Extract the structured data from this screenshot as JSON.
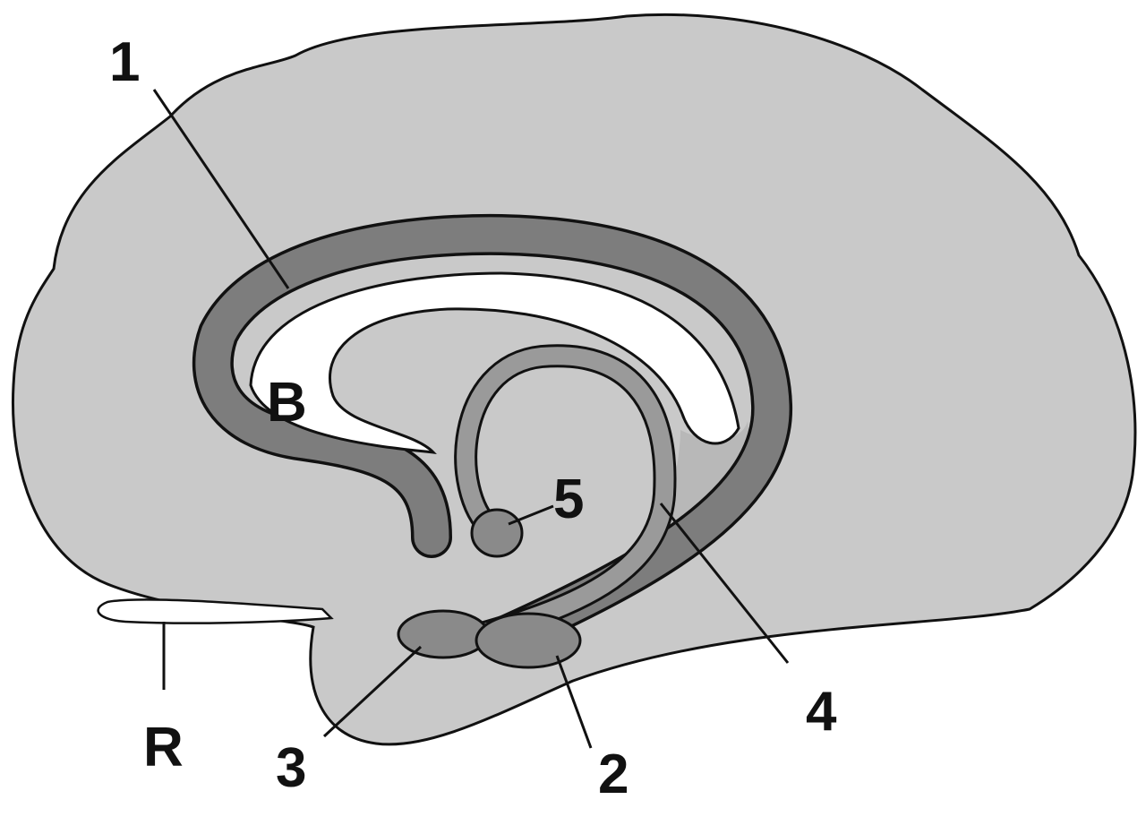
{
  "labels": {
    "one": "1",
    "b": "B",
    "five": "5",
    "four": "4",
    "three": "3",
    "two": "2",
    "r": "R"
  },
  "colors": {
    "brain": "#c9c9c9",
    "band": "#7d7d7d",
    "fornix": "#9a9a9a",
    "light_region": "#b8b8b8",
    "outline": "#111111",
    "ventricle": "#ffffff"
  }
}
